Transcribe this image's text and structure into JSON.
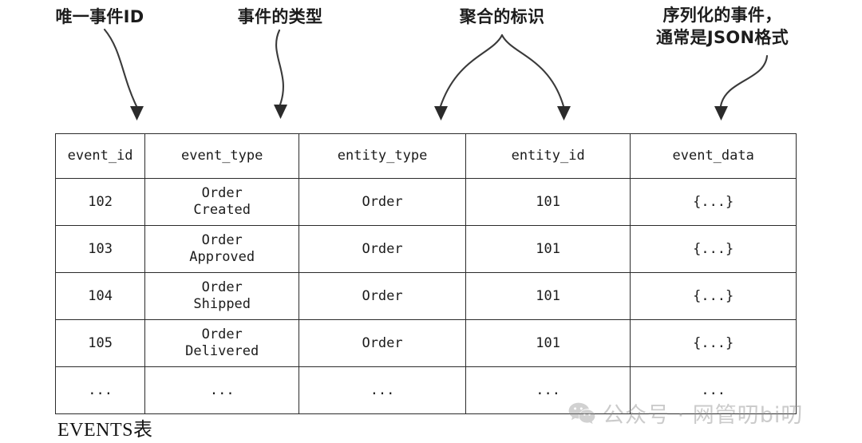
{
  "annotations": [
    {
      "id": "ann-0",
      "text": "唯一事件ID",
      "target": "event_id"
    },
    {
      "id": "ann-1",
      "text": "事件的类型",
      "target": "event_type"
    },
    {
      "id": "ann-2",
      "text": "聚合的标识",
      "target": "entity_type + entity_id"
    },
    {
      "id": "ann-3",
      "text": "序列化的事件，\n通常是JSON格式",
      "target": "event_data"
    }
  ],
  "table": {
    "headers": [
      "event_id",
      "event_type",
      "entity_type",
      "entity_id",
      "event_data"
    ],
    "rows": [
      [
        "102",
        "Order\nCreated",
        "Order",
        "101",
        "{...}"
      ],
      [
        "103",
        "Order\nApproved",
        "Order",
        "101",
        "{...}"
      ],
      [
        "104",
        "Order\nShipped",
        "Order",
        "101",
        "{...}"
      ],
      [
        "105",
        "Order\nDelivered",
        "Order",
        "101",
        "{...}"
      ],
      [
        "...",
        "...",
        "...",
        "...",
        "..."
      ]
    ]
  },
  "caption": "EVENTS表",
  "watermark": {
    "icon": "wechat-icon",
    "text": "公众号 · 网管叨bi叨"
  },
  "colors": {
    "background": "#ffffff",
    "border": "#2b2b2b",
    "text": "#1b1b1b",
    "annotation_text": "#1c1c1c",
    "arrow": "#3a3a3a",
    "watermark": "#8d8d8d"
  }
}
